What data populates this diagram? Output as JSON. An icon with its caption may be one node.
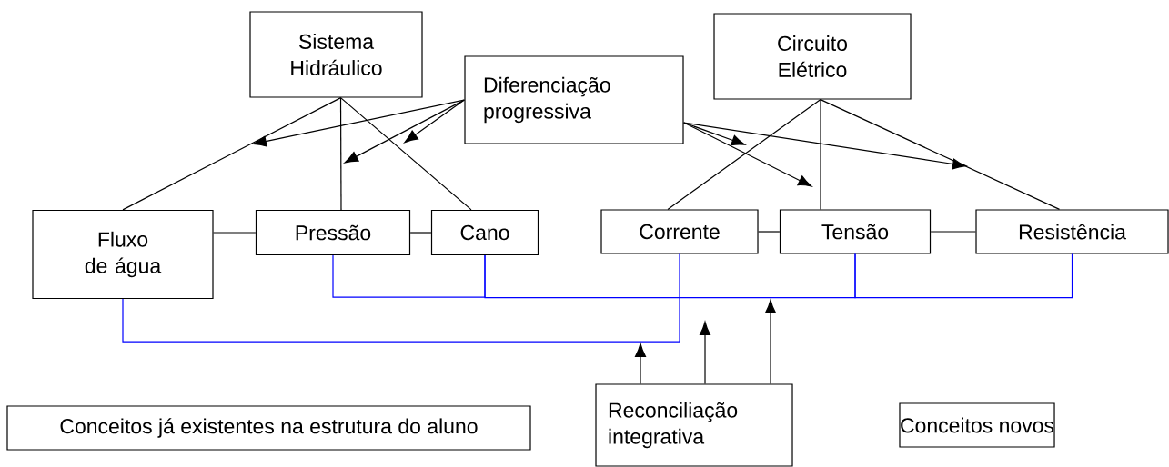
{
  "diagram": {
    "nodes": [
      {
        "text": [
          "Sistema Hidráulico"
        ]
      },
      {
        "text": [
          "Diferenciação progressiva"
        ]
      },
      {
        "text": [
          "Circuito Elétrico"
        ]
      },
      {
        "text": [
          "Fluxo de água"
        ]
      },
      {
        "text": [
          "Pressão"
        ]
      },
      {
        "text": [
          "Cano"
        ]
      },
      {
        "text": [
          "Corrente"
        ]
      },
      {
        "text": [
          "Tensão"
        ]
      },
      {
        "text": [
          "Resistência"
        ]
      },
      {
        "text": [
          "Conceitos já existentes na estrutura do aluno"
        ]
      },
      {
        "text": [
          "Reconciliação integrativa"
        ]
      },
      {
        "text": [
          "Conceitos novos"
        ]
      }
    ],
    "edges": [
      {
        "from": 0,
        "to": 3,
        "arrow": "none"
      },
      {
        "from": 0,
        "to": 4,
        "arrow": "none"
      },
      {
        "from": 0,
        "to": 5,
        "arrow": "none"
      },
      {
        "from": 2,
        "to": 6,
        "arrow": "none"
      },
      {
        "from": 2,
        "to": 7,
        "arrow": "none"
      },
      {
        "from": 2,
        "to": 8,
        "arrow": "none"
      },
      {
        "from": 3,
        "to": 4,
        "arrow": "none"
      },
      {
        "from": 4,
        "to": 5,
        "arrow": "none"
      },
      {
        "from": 6,
        "to": 7,
        "arrow": "none"
      },
      {
        "from": 7,
        "to": 8,
        "arrow": "none"
      },
      {
        "from": 3,
        "to": 6,
        "arrow": "none",
        "color": "#0000ff"
      },
      {
        "from": 4,
        "to": 5,
        "arrow": "none",
        "color": "#0000ff"
      },
      {
        "from": 5,
        "to": 7,
        "arrow": "none",
        "color": "#0000ff"
      },
      {
        "from": 7,
        "to": 8,
        "arrow": "none",
        "color": "#0000ff"
      },
      {
        "from": 1,
        "to": null,
        "arrow": "to"
      },
      {
        "from": 1,
        "to": null,
        "arrow": "to"
      },
      {
        "from": 1,
        "to": null,
        "arrow": "to"
      },
      {
        "from": 1,
        "to": null,
        "arrow": "to"
      },
      {
        "from": 1,
        "to": null,
        "arrow": "to"
      },
      {
        "from": 1,
        "to": null,
        "arrow": "to"
      },
      {
        "from": 10,
        "to": null,
        "arrow": "to"
      },
      {
        "from": 10,
        "to": null,
        "arrow": "to"
      },
      {
        "from": 10,
        "to": null,
        "arrow": "to"
      }
    ]
  }
}
